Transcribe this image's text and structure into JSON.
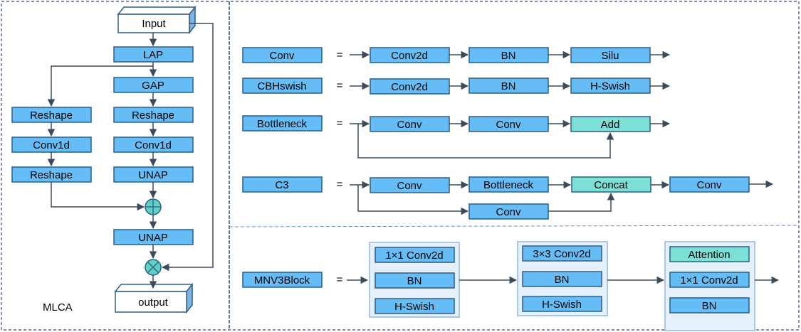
{
  "mlca": {
    "input": "Input",
    "lap": "LAP",
    "gap": "GAP",
    "reshape": "Reshape",
    "conv1d": "Conv1d",
    "unap": "UNAP",
    "output": "output",
    "title": "MLCA"
  },
  "equals": "=",
  "rows": {
    "conv": {
      "name": "Conv",
      "steps": [
        "Conv2d",
        "BN",
        "Silu"
      ]
    },
    "cbh": {
      "name": "CBHswish",
      "steps": [
        "Conv2d",
        "BN",
        "H-Swish"
      ]
    },
    "bottleneck": {
      "name": "Bottleneck",
      "steps": [
        "Conv",
        "Conv",
        "Add"
      ]
    },
    "c3": {
      "name": "C3",
      "steps": [
        "Conv",
        "Bottleneck",
        "Concat",
        "Conv"
      ],
      "branch": "Conv"
    },
    "mnv3": {
      "name": "MNV3Block",
      "group1": [
        "1×1 Conv2d",
        "BN",
        "H-Swish"
      ],
      "group2": [
        "3×3 Conv2d",
        "BN",
        "H-Swish"
      ],
      "group3": [
        "Attention",
        "1×1 Conv2d",
        "BN"
      ]
    }
  }
}
